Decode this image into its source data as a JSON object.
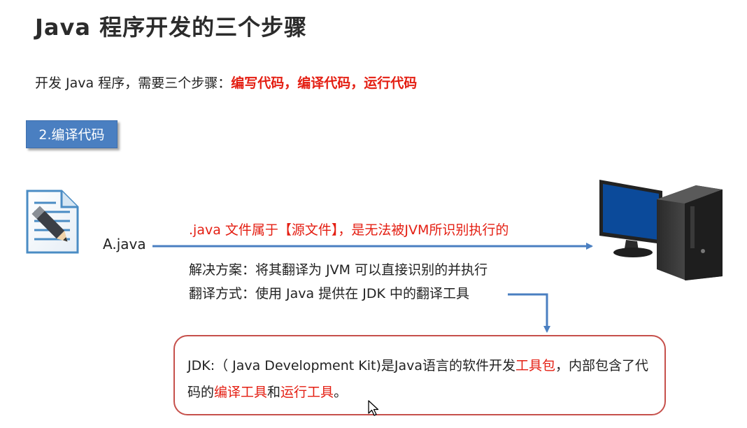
{
  "title": "Java 程序开发的三个步骤",
  "intro": {
    "prefix": "开发 Java 程序，需要三个步骤：",
    "steps": "编写代码，编译代码，运行代码"
  },
  "step_button": "2.编译代码",
  "file_label": "A.java",
  "arrow_note": ".java 文件属于【源文件】，是无法被JVM所识别执行的",
  "solution": "解决方案：将其翻译为 JVM 可以直接识别的并执行",
  "method": "翻译方式：使用 Java 提供在 JDK 中的翻译工具",
  "jdk": {
    "part1": "JDK:（ Java Development Kit)是Java语言的软件开发",
    "red1": "工具包",
    "part2": "，内部包含了代码的",
    "red2": "编译工具",
    "part3": "和",
    "red3": "运行工具",
    "part4": "。"
  },
  "colors": {
    "accent_red": "#e41e12",
    "button_blue": "#4a7fc1",
    "arrow_blue": "#4a7fc1",
    "box_border": "#c6504b"
  },
  "icons": {
    "file": "document-pencil-icon",
    "computer": "desktop-computer-icon",
    "cursor": "mouse-cursor-icon"
  }
}
